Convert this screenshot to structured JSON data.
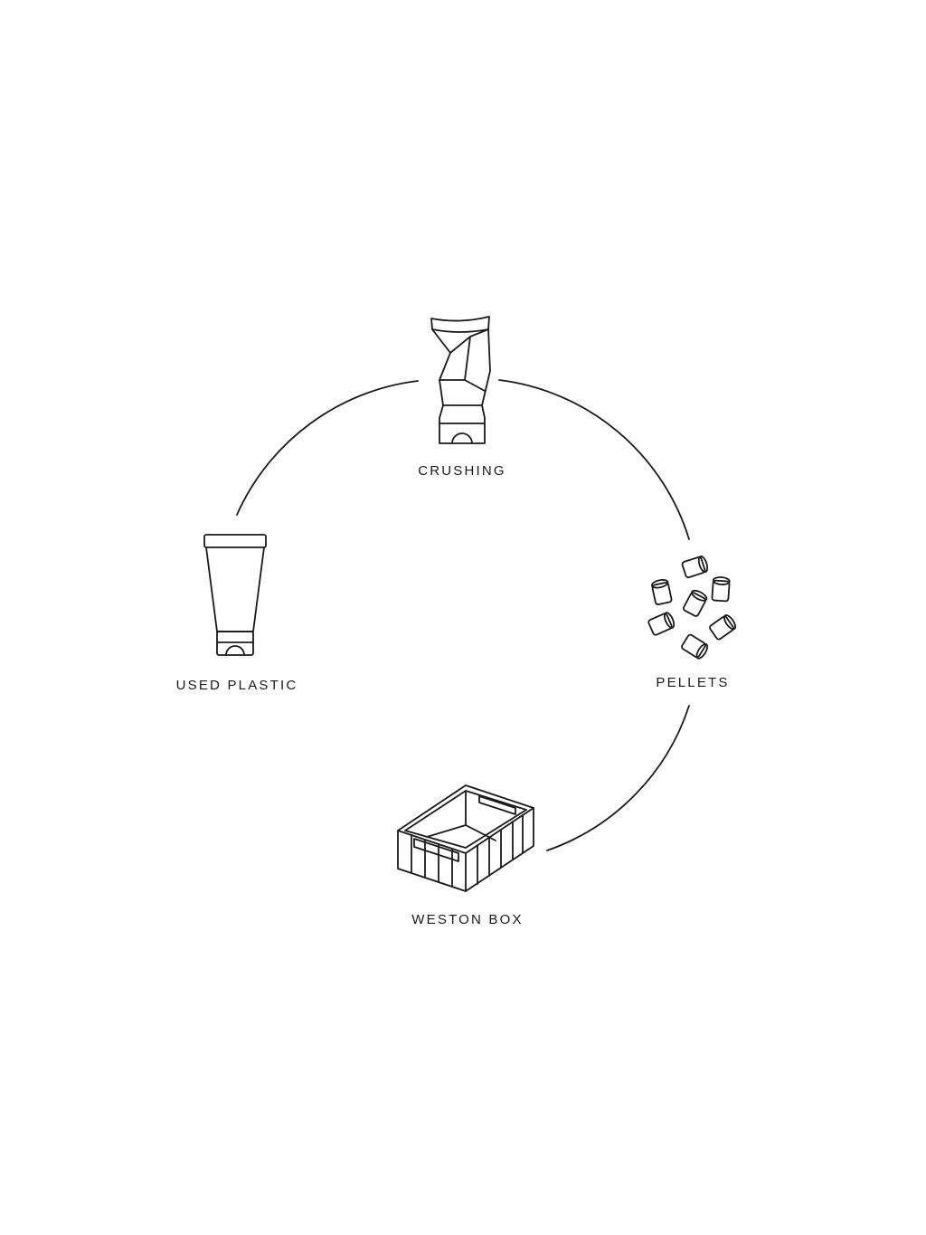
{
  "stages": [
    {
      "id": "crushing",
      "label": "CRUSHING",
      "icon": "crushed-tube-icon"
    },
    {
      "id": "pellets",
      "label": "PELLETS",
      "icon": "pellets-icon"
    },
    {
      "id": "weston-box",
      "label": "WESTON BOX",
      "icon": "crate-icon"
    },
    {
      "id": "used-plastic",
      "label": "USED PLASTIC",
      "icon": "tube-icon"
    }
  ],
  "colors": {
    "line": "#1a1a1a",
    "background": "#ffffff"
  }
}
